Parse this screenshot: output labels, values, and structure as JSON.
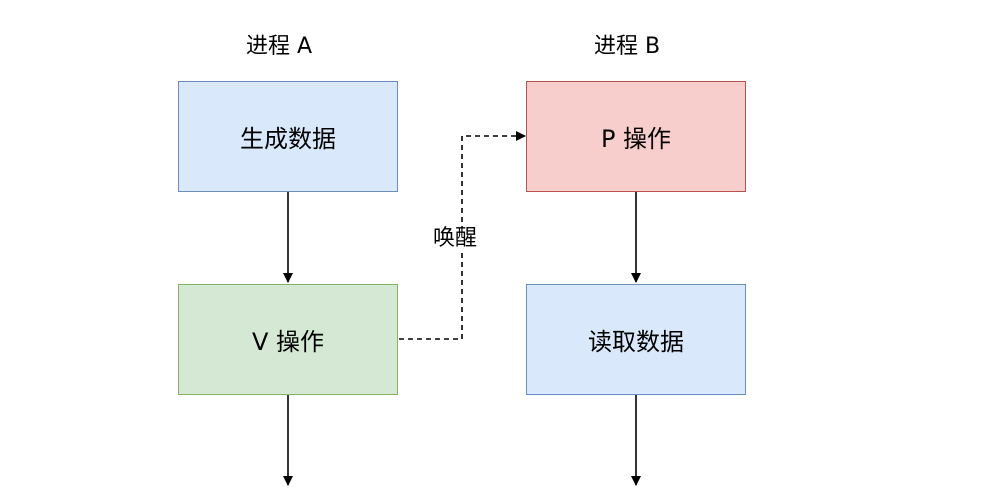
{
  "process_a": {
    "title": "进程 A",
    "generate_label": "生成数据",
    "v_op_label": "V 操作"
  },
  "process_b": {
    "title": "进程 B",
    "p_op_label": "P 操作",
    "read_label": "读取数据"
  },
  "wake_label": "唤醒",
  "colors": {
    "blue_fill": "#dae8fc",
    "blue_stroke": "#6c8ebf",
    "green_fill": "#d5e8d4",
    "green_stroke": "#82b366",
    "red_fill": "#f8cecc",
    "red_stroke": "#b85450"
  }
}
